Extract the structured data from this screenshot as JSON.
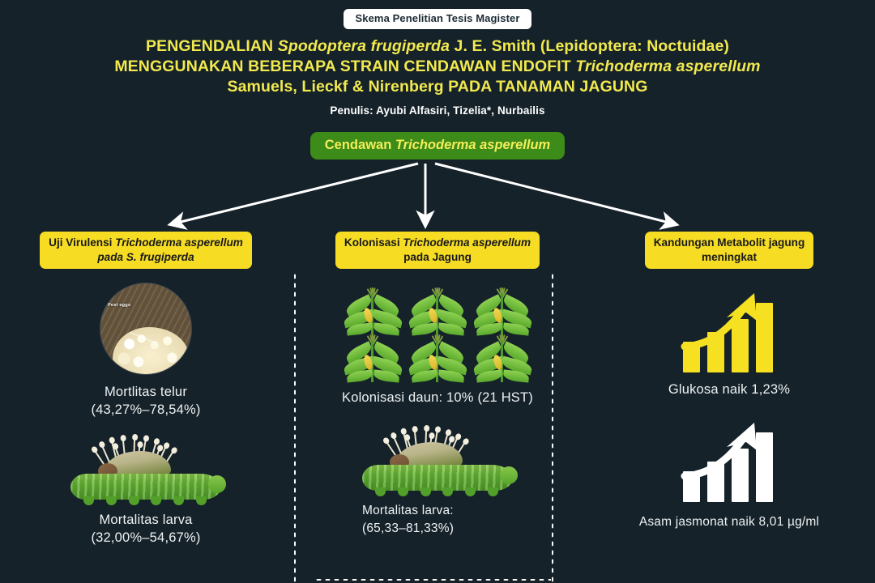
{
  "badge": {
    "label": "Skema Penelitian Tesis Magister"
  },
  "title": {
    "line1_a": "PENGENDALIAN ",
    "line1_it": "Spodoptera frugiperda",
    "line1_b": " J. E. Smith (Lepidoptera: Noctuidae)",
    "line2_a": "MENGGUNAKAN BEBERAPA STRAIN CENDAWAN ENDOFIT ",
    "line2_it": "Trichoderma asperellum",
    "line3": "Samuels, Lieckf & Nirenberg PADA TANAMAN JAGUNG",
    "authors": "Penulis: Ayubi Alfasiri, Tizelia*, Nurbailis"
  },
  "root_node": {
    "prefix": "Cendawan ",
    "italic": "Trichoderma asperellum"
  },
  "columns": [
    {
      "head_prefix": "Uji Virulensi ",
      "head_italic": "Trichoderma asperellum",
      "head_line2": "pada S. frugiperda",
      "items": [
        {
          "icon": "pest-eggs-photo",
          "photo_label": "Pest eggs",
          "caption_line1": "Mortlitas telur",
          "caption_line2": "(43,27%–78,54%)"
        },
        {
          "icon": "infected-larva",
          "caption_line1": "Mortalitas larva",
          "caption_line2": "(32,00%–54,67%)"
        }
      ]
    },
    {
      "head_prefix": "Kolonisasi ",
      "head_italic": "Trichoderma asperellum",
      "head_line2": "pada Jagung",
      "items": [
        {
          "icon": "corn-field",
          "caption_line1": "Kolonisasi daun: 10% (21 HST)",
          "caption_line2": ""
        },
        {
          "icon": "infected-larva",
          "caption_line1": "Mortalitas larva:",
          "caption_line2": "(65,33–81,33%)"
        }
      ]
    },
    {
      "head_prefix": "Kandungan Metabolit jagung",
      "head_italic": "",
      "head_line2": "meningkat",
      "items": [
        {
          "icon": "growth-chart-yellow",
          "caption_line1": "Glukosa naik 1,23%",
          "caption_line2": ""
        },
        {
          "icon": "growth-chart-white",
          "caption_line1": "Asam jasmonat naik 8,01 µg/ml",
          "caption_line2": ""
        }
      ]
    }
  ],
  "colors": {
    "background": "#15222a",
    "title_yellow": "#f2e94e",
    "header_yellow": "#f6dc23",
    "root_green": "#3d8b18",
    "text_white": "#eef2f3",
    "arrow_white": "#ffffff"
  }
}
